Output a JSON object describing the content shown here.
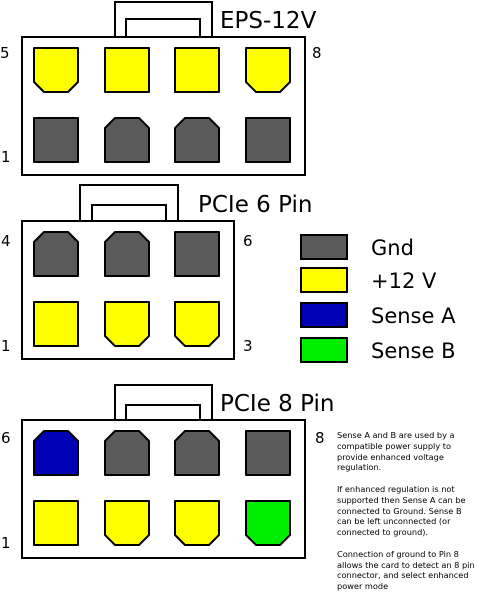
{
  "colors": {
    "gnd": "#5a5a5a",
    "v12": "#ffff00",
    "sense_a": "#0000b4",
    "sense_b": "#00ee00",
    "outline": "#000000",
    "housing": "#ffffff"
  },
  "legend": [
    {
      "key": "gnd",
      "label": "Gnd"
    },
    {
      "key": "v12",
      "label": "+12 V"
    },
    {
      "key": "sense_a",
      "label": "Sense A"
    },
    {
      "key": "sense_b",
      "label": "Sense B"
    }
  ],
  "connectors": [
    {
      "title": "EPS-12V",
      "label_top_left": "5",
      "label_top_right": "8",
      "label_bottom_left": "1",
      "top_row": [
        "v12",
        "v12",
        "v12",
        "v12"
      ],
      "top_shapes": [
        "keyed",
        "square",
        "square",
        "keyed"
      ],
      "bottom_row": [
        "gnd",
        "gnd",
        "gnd",
        "gnd"
      ],
      "bottom_shapes": [
        "square",
        "keyed",
        "keyed",
        "square"
      ]
    },
    {
      "title": "PCIe 6 Pin",
      "label_top_left": "4",
      "label_top_right": "6",
      "label_bottom_left": "1",
      "label_bottom_right": "3",
      "top_row": [
        "gnd",
        "gnd",
        "gnd"
      ],
      "top_shapes": [
        "keyed",
        "keyed",
        "square"
      ],
      "bottom_row": [
        "v12",
        "v12",
        "v12"
      ],
      "bottom_shapes": [
        "square",
        "keyed",
        "keyed"
      ]
    },
    {
      "title": "PCIe 8 Pin",
      "label_top_left": "6",
      "label_top_right": "8",
      "label_bottom_left": "1",
      "top_row": [
        "sense_a",
        "gnd",
        "gnd",
        "gnd"
      ],
      "top_shapes": [
        "keyed",
        "keyed",
        "keyed",
        "square"
      ],
      "bottom_row": [
        "v12",
        "v12",
        "v12",
        "sense_b"
      ],
      "bottom_shapes": [
        "square",
        "keyed",
        "keyed",
        "keyed"
      ]
    }
  ],
  "note": "Sense A and B are used by a compatible power supply to provide enhanced voltage regulation.\n\nIf enhanced regulation is not supported then Sense A can be connected to Ground. Sense B can be left unconnected (or connected to ground).\n\nConnection of ground to Pin 8 allows the card to detect an 8 pin connector, and select enhanced power mode"
}
